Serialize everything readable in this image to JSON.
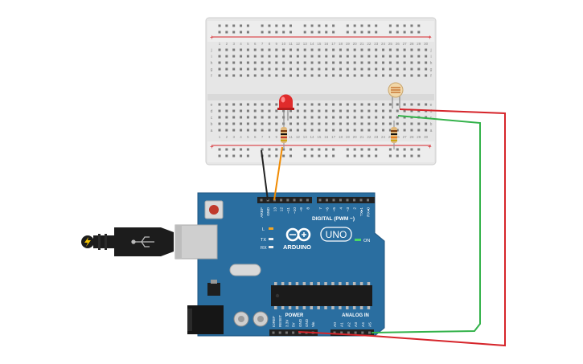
{
  "breadboard": {
    "row_letters_top": [
      "j",
      "i",
      "h",
      "g",
      "f"
    ],
    "row_letters_bottom": [
      "e",
      "d",
      "c",
      "b",
      "a"
    ],
    "column_numbers": [
      "1",
      "2",
      "3",
      "4",
      "5",
      "6",
      "7",
      "8",
      "9",
      "10",
      "11",
      "12",
      "13",
      "14",
      "15",
      "16",
      "17",
      "18",
      "19",
      "20",
      "21",
      "22",
      "23",
      "24",
      "25",
      "26",
      "27",
      "28",
      "29",
      "30"
    ],
    "rail_plus": "+",
    "rail_minus": "-"
  },
  "arduino": {
    "brand": "ARDUINO",
    "model": "UNO",
    "on_label": "ON",
    "digital_label": "DIGITAL (PWM ~)",
    "power_label": "POWER",
    "analog_label": "ANALOG IN",
    "led_l": "L",
    "tx": "TX",
    "rx": "RX",
    "digital_pins": [
      "AREF",
      "GND",
      "13",
      "12",
      "~11",
      "~10",
      "~9",
      "8",
      "7",
      "~6",
      "~5",
      "4",
      "~3",
      "2",
      "TX▸1",
      "RX◂0"
    ],
    "power_pins": [
      "IOREF",
      "RESET",
      "3.3V",
      "5V",
      "GND",
      "GND",
      "Vin"
    ],
    "analog_pins": [
      "A0",
      "A1",
      "A2",
      "A3",
      "A4",
      "A5"
    ]
  },
  "wires": {
    "colors": {
      "black": "#222222",
      "orange": "#f08a00",
      "green": "#33b24a",
      "red": "#d6252b"
    }
  },
  "colors": {
    "board": "#2a6ea0",
    "breadboard": "#e8e8e8",
    "usb_body": "#1c1c1c",
    "usb_metal": "#c8c8c8"
  }
}
